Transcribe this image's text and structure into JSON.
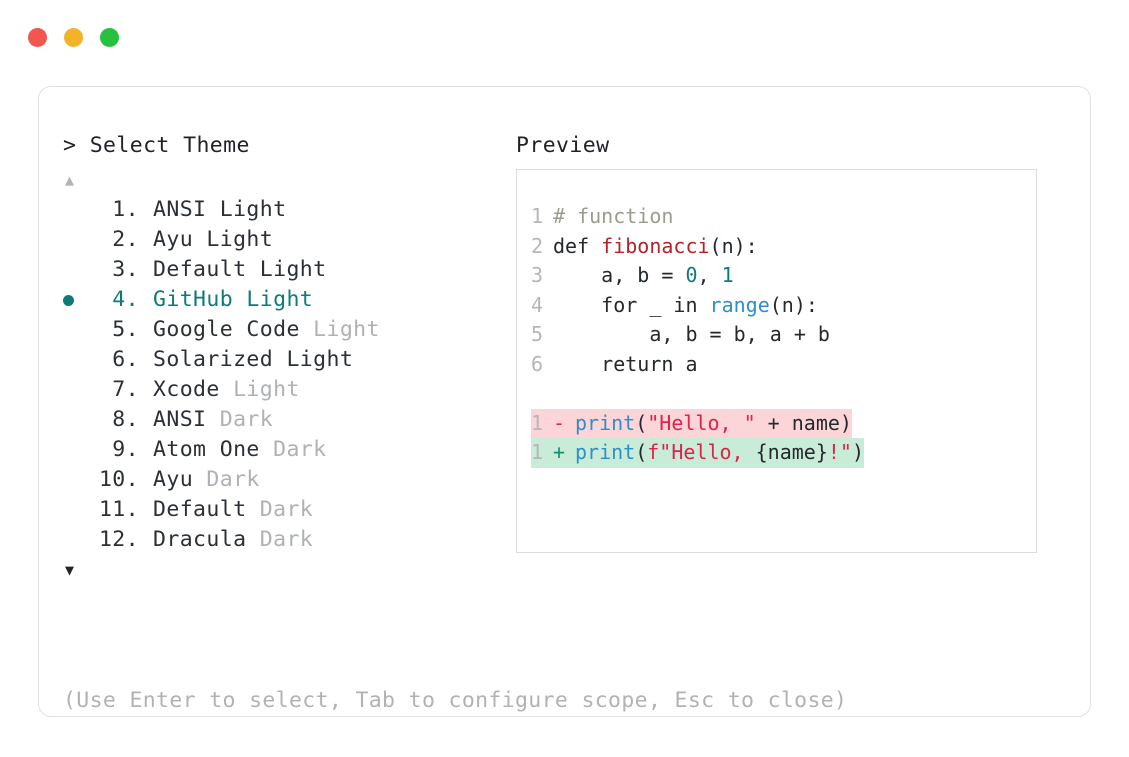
{
  "window": {
    "traffic_lights": [
      {
        "name": "close",
        "color": "#f2564f"
      },
      {
        "name": "minimize",
        "color": "#f3b329"
      },
      {
        "name": "maximize",
        "color": "#26c23f"
      }
    ]
  },
  "colors": {
    "accent_teal": "#0f7b78",
    "muted_text": "#aeb1b5",
    "body_text": "#2b3036",
    "card_border": "#e2e2e2",
    "preview_border": "#dcdcdc",
    "diff_removed_bg": "#fbd5d8",
    "diff_added_bg": "#c9ecd8",
    "diff_removed_sign": "#e0224a",
    "diff_added_sign": "#118f6e"
  },
  "left_pane": {
    "title": "> Select Theme",
    "scroll_up": "▲",
    "scroll_down": "▼",
    "selected_index": 4,
    "bullet_glyph": "●",
    "items": [
      {
        "index": "1.",
        "name": "ANSI",
        "variant": "Light",
        "variant_muted": false
      },
      {
        "index": "2.",
        "name": "Ayu",
        "variant": "Light",
        "variant_muted": false
      },
      {
        "index": "3.",
        "name": "Default",
        "variant": "Light",
        "variant_muted": false
      },
      {
        "index": "4.",
        "name": "GitHub",
        "variant": "Light",
        "variant_muted": false
      },
      {
        "index": "5.",
        "name": "Google Code",
        "variant": "Light",
        "variant_muted": true
      },
      {
        "index": "6.",
        "name": "Solarized",
        "variant": "Light",
        "variant_muted": false
      },
      {
        "index": "7.",
        "name": "Xcode",
        "variant": "Light",
        "variant_muted": true
      },
      {
        "index": "8.",
        "name": "ANSI",
        "variant": "Dark",
        "variant_muted": true
      },
      {
        "index": "9.",
        "name": "Atom One",
        "variant": "Dark",
        "variant_muted": true
      },
      {
        "index": "10.",
        "name": "Ayu",
        "variant": "Dark",
        "variant_muted": true
      },
      {
        "index": "11.",
        "name": "Default",
        "variant": "Dark",
        "variant_muted": true
      },
      {
        "index": "12.",
        "name": "Dracula",
        "variant": "Dark",
        "variant_muted": true
      }
    ]
  },
  "right_pane": {
    "title": "Preview",
    "code_lines": [
      {
        "no": "1",
        "tokens": [
          {
            "t": "# function",
            "c": "comment"
          }
        ]
      },
      {
        "no": "2",
        "tokens": [
          {
            "t": "def ",
            "c": "kw"
          },
          {
            "t": "fibonacci",
            "c": "fn"
          },
          {
            "t": "(n):",
            "c": "punct"
          }
        ]
      },
      {
        "no": "3",
        "tokens": [
          {
            "t": "    a, b = ",
            "c": "plain"
          },
          {
            "t": "0",
            "c": "num"
          },
          {
            "t": ", ",
            "c": "plain"
          },
          {
            "t": "1",
            "c": "num"
          }
        ]
      },
      {
        "no": "4",
        "tokens": [
          {
            "t": "    for _ in ",
            "c": "plain"
          },
          {
            "t": "range",
            "c": "builtin"
          },
          {
            "t": "(n):",
            "c": "punct"
          }
        ]
      },
      {
        "no": "5",
        "tokens": [
          {
            "t": "        a, b = b, a + b",
            "c": "plain"
          }
        ]
      },
      {
        "no": "6",
        "tokens": [
          {
            "t": "    return a",
            "c": "plain"
          }
        ]
      }
    ],
    "diff_lines": [
      {
        "no": "1",
        "sign": "-",
        "kind": "removed",
        "tokens": [
          {
            "t": "print",
            "c": "builtin"
          },
          {
            "t": "(",
            "c": "punct"
          },
          {
            "t": "\"Hello, \"",
            "c": "str"
          },
          {
            "t": " + name)",
            "c": "plain"
          }
        ]
      },
      {
        "no": "1",
        "sign": "+",
        "kind": "added",
        "tokens": [
          {
            "t": "print",
            "c": "builtin"
          },
          {
            "t": "(",
            "c": "punct"
          },
          {
            "t": "f\"Hello, ",
            "c": "str"
          },
          {
            "t": "{name}",
            "c": "plain"
          },
          {
            "t": "!\"",
            "c": "str"
          },
          {
            "t": ")",
            "c": "punct"
          }
        ]
      }
    ]
  },
  "footer": {
    "hint": "(Use Enter to select, Tab to configure scope, Esc to close)"
  }
}
